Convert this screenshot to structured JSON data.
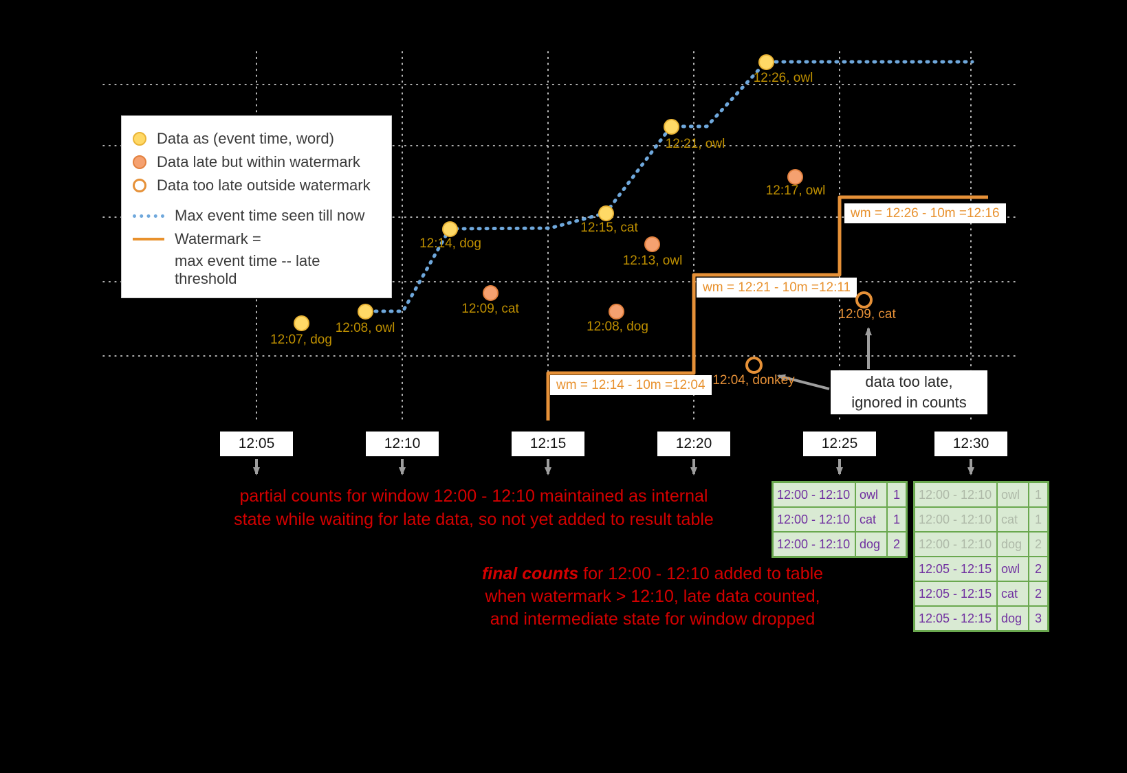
{
  "colors": {
    "background": "#000000",
    "ontime_dot": "#ffd966",
    "late_dot": "#f5a170",
    "toolate_ring": "#e69138",
    "max_event_line": "#6fa8dc",
    "watermark_line": "#e69138",
    "point_label_gold": "#bf9000",
    "note_red": "#d40000",
    "table_text": "#7030a0",
    "table_border": "#6aa84f",
    "table_bg": "#d9ead3"
  },
  "legend": {
    "items": [
      {
        "icon": "ontime-dot-icon",
        "label": "Data as (event time, word)"
      },
      {
        "icon": "late-dot-icon",
        "label": "Data late but within watermark"
      },
      {
        "icon": "toolate-circle-icon",
        "label": "Data too late outside watermark"
      },
      {
        "icon": "max-event-line-icon",
        "label": "Max event time seen till now"
      },
      {
        "icon": "watermark-line-icon",
        "label": "Watermark =",
        "sublabel": "max event time -- late threshold"
      }
    ]
  },
  "points": [
    {
      "label": "12:07, dog",
      "type": "ontime"
    },
    {
      "label": "12:08, owl",
      "type": "ontime"
    },
    {
      "label": "12:14, dog",
      "type": "ontime"
    },
    {
      "label": "12:15, cat",
      "type": "ontime"
    },
    {
      "label": "12:21, owl",
      "type": "ontime"
    },
    {
      "label": "12:26, owl",
      "type": "ontime"
    },
    {
      "label": "12:09, cat",
      "type": "late"
    },
    {
      "label": "12:08, dog",
      "type": "late"
    },
    {
      "label": "12:13, owl",
      "type": "late"
    },
    {
      "label": "12:17, owl",
      "type": "late"
    },
    {
      "label": "12:04, donkey",
      "type": "toolate"
    },
    {
      "label": "12:09, cat",
      "type": "toolate"
    }
  ],
  "watermark_labels": [
    "wm = 12:14 - 10m =12:04",
    "wm = 12:21 - 10m =12:11",
    "wm = 12:26 - 10m =12:16"
  ],
  "time_ticks": [
    "12:05",
    "12:10",
    "12:15",
    "12:20",
    "12:25",
    "12:30"
  ],
  "notes": {
    "partial_line1": "partial counts for window 12:00 - 12:10 maintained as internal",
    "partial_line2": "state while waiting for late data, so not yet added  to result table",
    "final_emphasis": "final counts",
    "final_line1_rest": " for 12:00 - 12:10 added to table",
    "final_line2": "when watermark > 12:10, late data counted,",
    "final_line3": "and intermediate state for window dropped",
    "too_late_line1": "data too late,",
    "too_late_line2": "ignored in counts"
  },
  "result_tables": {
    "t25": {
      "rows": [
        {
          "window": "12:00 - 12:10",
          "word": "owl",
          "count": "1"
        },
        {
          "window": "12:00 - 12:10",
          "word": "cat",
          "count": "1"
        },
        {
          "window": "12:00 - 12:10",
          "word": "dog",
          "count": "2"
        }
      ]
    },
    "t30": {
      "rows": [
        {
          "window": "12:00 - 12:10",
          "word": "owl",
          "count": "1",
          "faded": true
        },
        {
          "window": "12:00 - 12:10",
          "word": "cat",
          "count": "1",
          "faded": true
        },
        {
          "window": "12:00 - 12:10",
          "word": "dog",
          "count": "2",
          "faded": true
        },
        {
          "window": "12:05 - 12:15",
          "word": "owl",
          "count": "2",
          "faded": false
        },
        {
          "window": "12:05 - 12:15",
          "word": "cat",
          "count": "2",
          "faded": false
        },
        {
          "window": "12:05 - 12:15",
          "word": "dog",
          "count": "3",
          "faded": false
        }
      ]
    }
  }
}
